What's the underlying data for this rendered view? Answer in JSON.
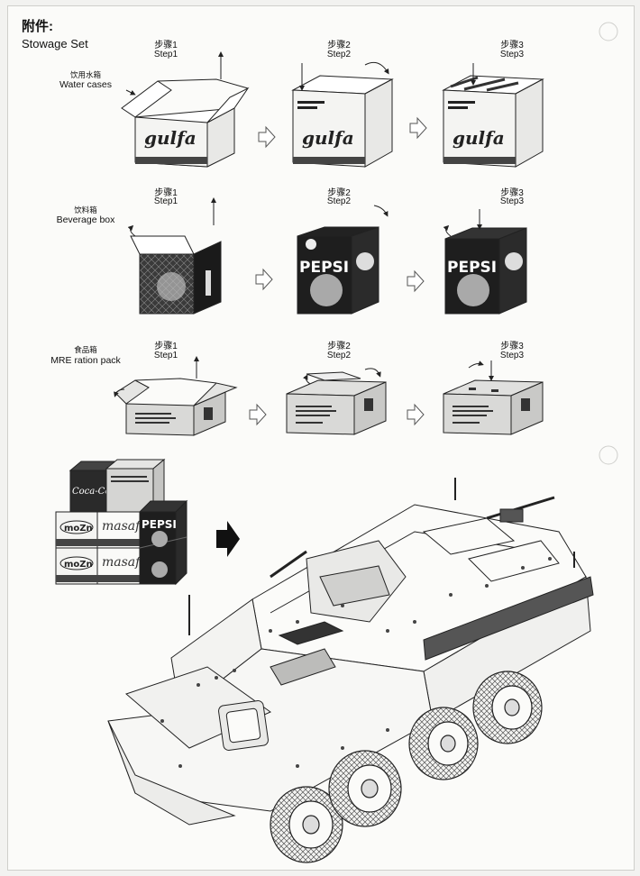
{
  "header": {
    "cn": "附件:",
    "en": "Stowage Set"
  },
  "rows": [
    {
      "cn": "饮用水箱",
      "en": "Water cases",
      "steps": [
        {
          "cn": "步骤1",
          "en": "Step1"
        },
        {
          "cn": "步骤2",
          "en": "Step2"
        },
        {
          "cn": "步骤3",
          "en": "Step3"
        }
      ],
      "brand": "gulfa"
    },
    {
      "cn": "饮料箱",
      "en": "Beverage box",
      "steps": [
        {
          "cn": "步骤1",
          "en": "Step1"
        },
        {
          "cn": "步骤2",
          "en": "Step2"
        },
        {
          "cn": "步骤3",
          "en": "Step3"
        }
      ],
      "brand": "PEPSI"
    },
    {
      "cn": "食品箱",
      "en": "MRE ration pack",
      "steps": [
        {
          "cn": "步骤1",
          "en": "Step1"
        },
        {
          "cn": "步骤2",
          "en": "Step2"
        },
        {
          "cn": "步骤3",
          "en": "Step3"
        }
      ]
    }
  ],
  "stack_brands": {
    "cola": "Coca-Cola",
    "water1": "moZn",
    "water2": "masafi",
    "soda": "PEPSI"
  }
}
